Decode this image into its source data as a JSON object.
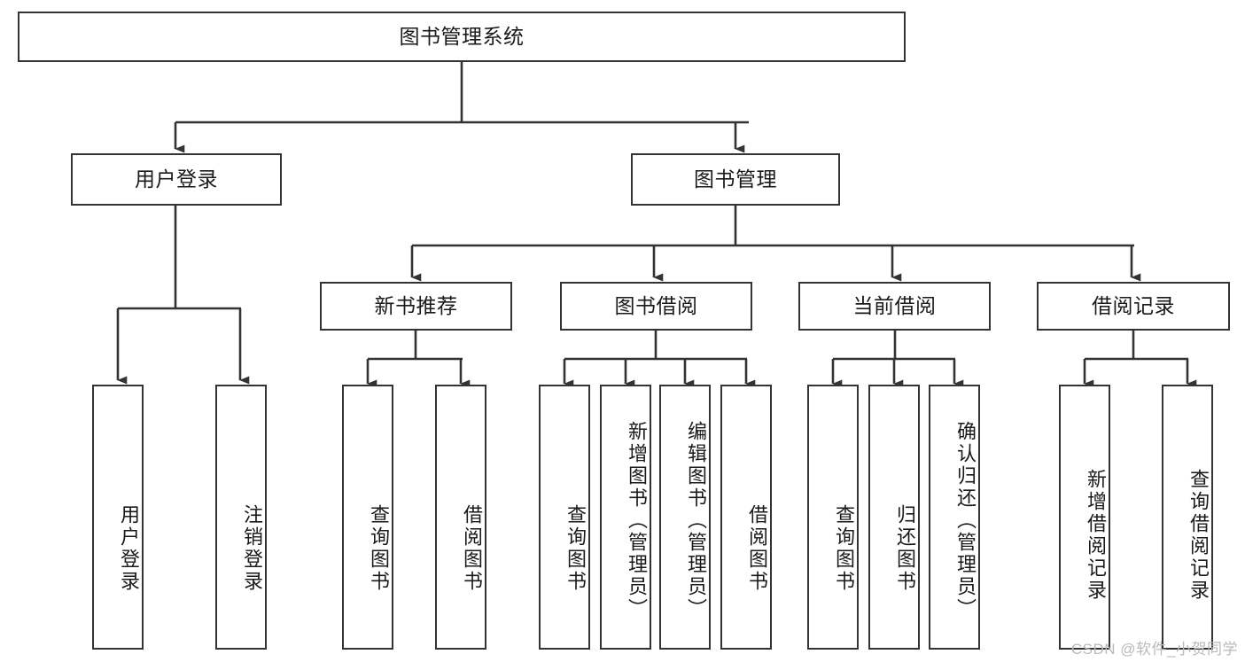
{
  "diagram": {
    "title": "图书管理系统",
    "type": "tree-hierarchy",
    "nodes": {
      "root": {
        "label": "图书管理系统",
        "level": 1,
        "orientation": "horizontal"
      },
      "user_login": {
        "label": "用户登录",
        "level": 2,
        "orientation": "horizontal"
      },
      "book_manage": {
        "label": "图书管理",
        "level": 2,
        "orientation": "horizontal"
      },
      "new_book_rec": {
        "label": "新书推荐",
        "level": 3,
        "orientation": "horizontal"
      },
      "book_borrow": {
        "label": "图书借阅",
        "level": 3,
        "orientation": "horizontal"
      },
      "current_borrow": {
        "label": "当前借阅",
        "level": 3,
        "orientation": "horizontal"
      },
      "borrow_record": {
        "label": "借阅记录",
        "level": 3,
        "orientation": "horizontal"
      },
      "leaf_user_login": {
        "label": "用户登录",
        "level": 4,
        "orientation": "vertical"
      },
      "leaf_logout": {
        "label": "注销登录",
        "level": 4,
        "orientation": "vertical"
      },
      "leaf_query_book_a": {
        "label": "查询图书",
        "level": 4,
        "orientation": "vertical"
      },
      "leaf_borrow_book_a": {
        "label": "借阅图书",
        "level": 4,
        "orientation": "vertical"
      },
      "leaf_query_book_b": {
        "label": "查询图书",
        "level": 4,
        "orientation": "vertical"
      },
      "leaf_add_book": {
        "label": "新增图书（管理员）",
        "level": 4,
        "orientation": "vertical"
      },
      "leaf_edit_book": {
        "label": "编辑图书（管理员）",
        "level": 4,
        "orientation": "vertical"
      },
      "leaf_borrow_book_b": {
        "label": "借阅图书",
        "level": 4,
        "orientation": "vertical"
      },
      "leaf_query_book_c": {
        "label": "查询图书",
        "level": 4,
        "orientation": "vertical"
      },
      "leaf_return_book": {
        "label": "归还图书",
        "level": 4,
        "orientation": "vertical"
      },
      "leaf_confirm_return": {
        "label": "确认归还（管理员）",
        "level": 4,
        "orientation": "vertical"
      },
      "leaf_add_record": {
        "label": "新增借阅记录",
        "level": 4,
        "orientation": "vertical"
      },
      "leaf_query_record": {
        "label": "查询借阅记录",
        "level": 4,
        "orientation": "vertical"
      }
    },
    "edges": [
      {
        "from": "root",
        "to": "user_login"
      },
      {
        "from": "root",
        "to": "book_manage"
      },
      {
        "from": "user_login",
        "to": "leaf_user_login"
      },
      {
        "from": "user_login",
        "to": "leaf_logout"
      },
      {
        "from": "book_manage",
        "to": "new_book_rec"
      },
      {
        "from": "book_manage",
        "to": "book_borrow"
      },
      {
        "from": "book_manage",
        "to": "current_borrow"
      },
      {
        "from": "book_manage",
        "to": "borrow_record"
      },
      {
        "from": "new_book_rec",
        "to": "leaf_query_book_a"
      },
      {
        "from": "new_book_rec",
        "to": "leaf_borrow_book_a"
      },
      {
        "from": "book_borrow",
        "to": "leaf_query_book_b"
      },
      {
        "from": "book_borrow",
        "to": "leaf_add_book"
      },
      {
        "from": "book_borrow",
        "to": "leaf_edit_book"
      },
      {
        "from": "book_borrow",
        "to": "leaf_borrow_book_b"
      },
      {
        "from": "current_borrow",
        "to": "leaf_query_book_c"
      },
      {
        "from": "current_borrow",
        "to": "leaf_return_book"
      },
      {
        "from": "current_borrow",
        "to": "leaf_confirm_return"
      },
      {
        "from": "borrow_record",
        "to": "leaf_add_record"
      },
      {
        "from": "borrow_record",
        "to": "leaf_query_record"
      }
    ]
  },
  "style": {
    "border_color": "#333333",
    "line_color": "#333333",
    "background": "#ffffff",
    "text_color": "#1a1a1a",
    "watermark_color": "#b9b9b9"
  },
  "watermark": {
    "text": "CSDN @软件_小贺同学"
  }
}
